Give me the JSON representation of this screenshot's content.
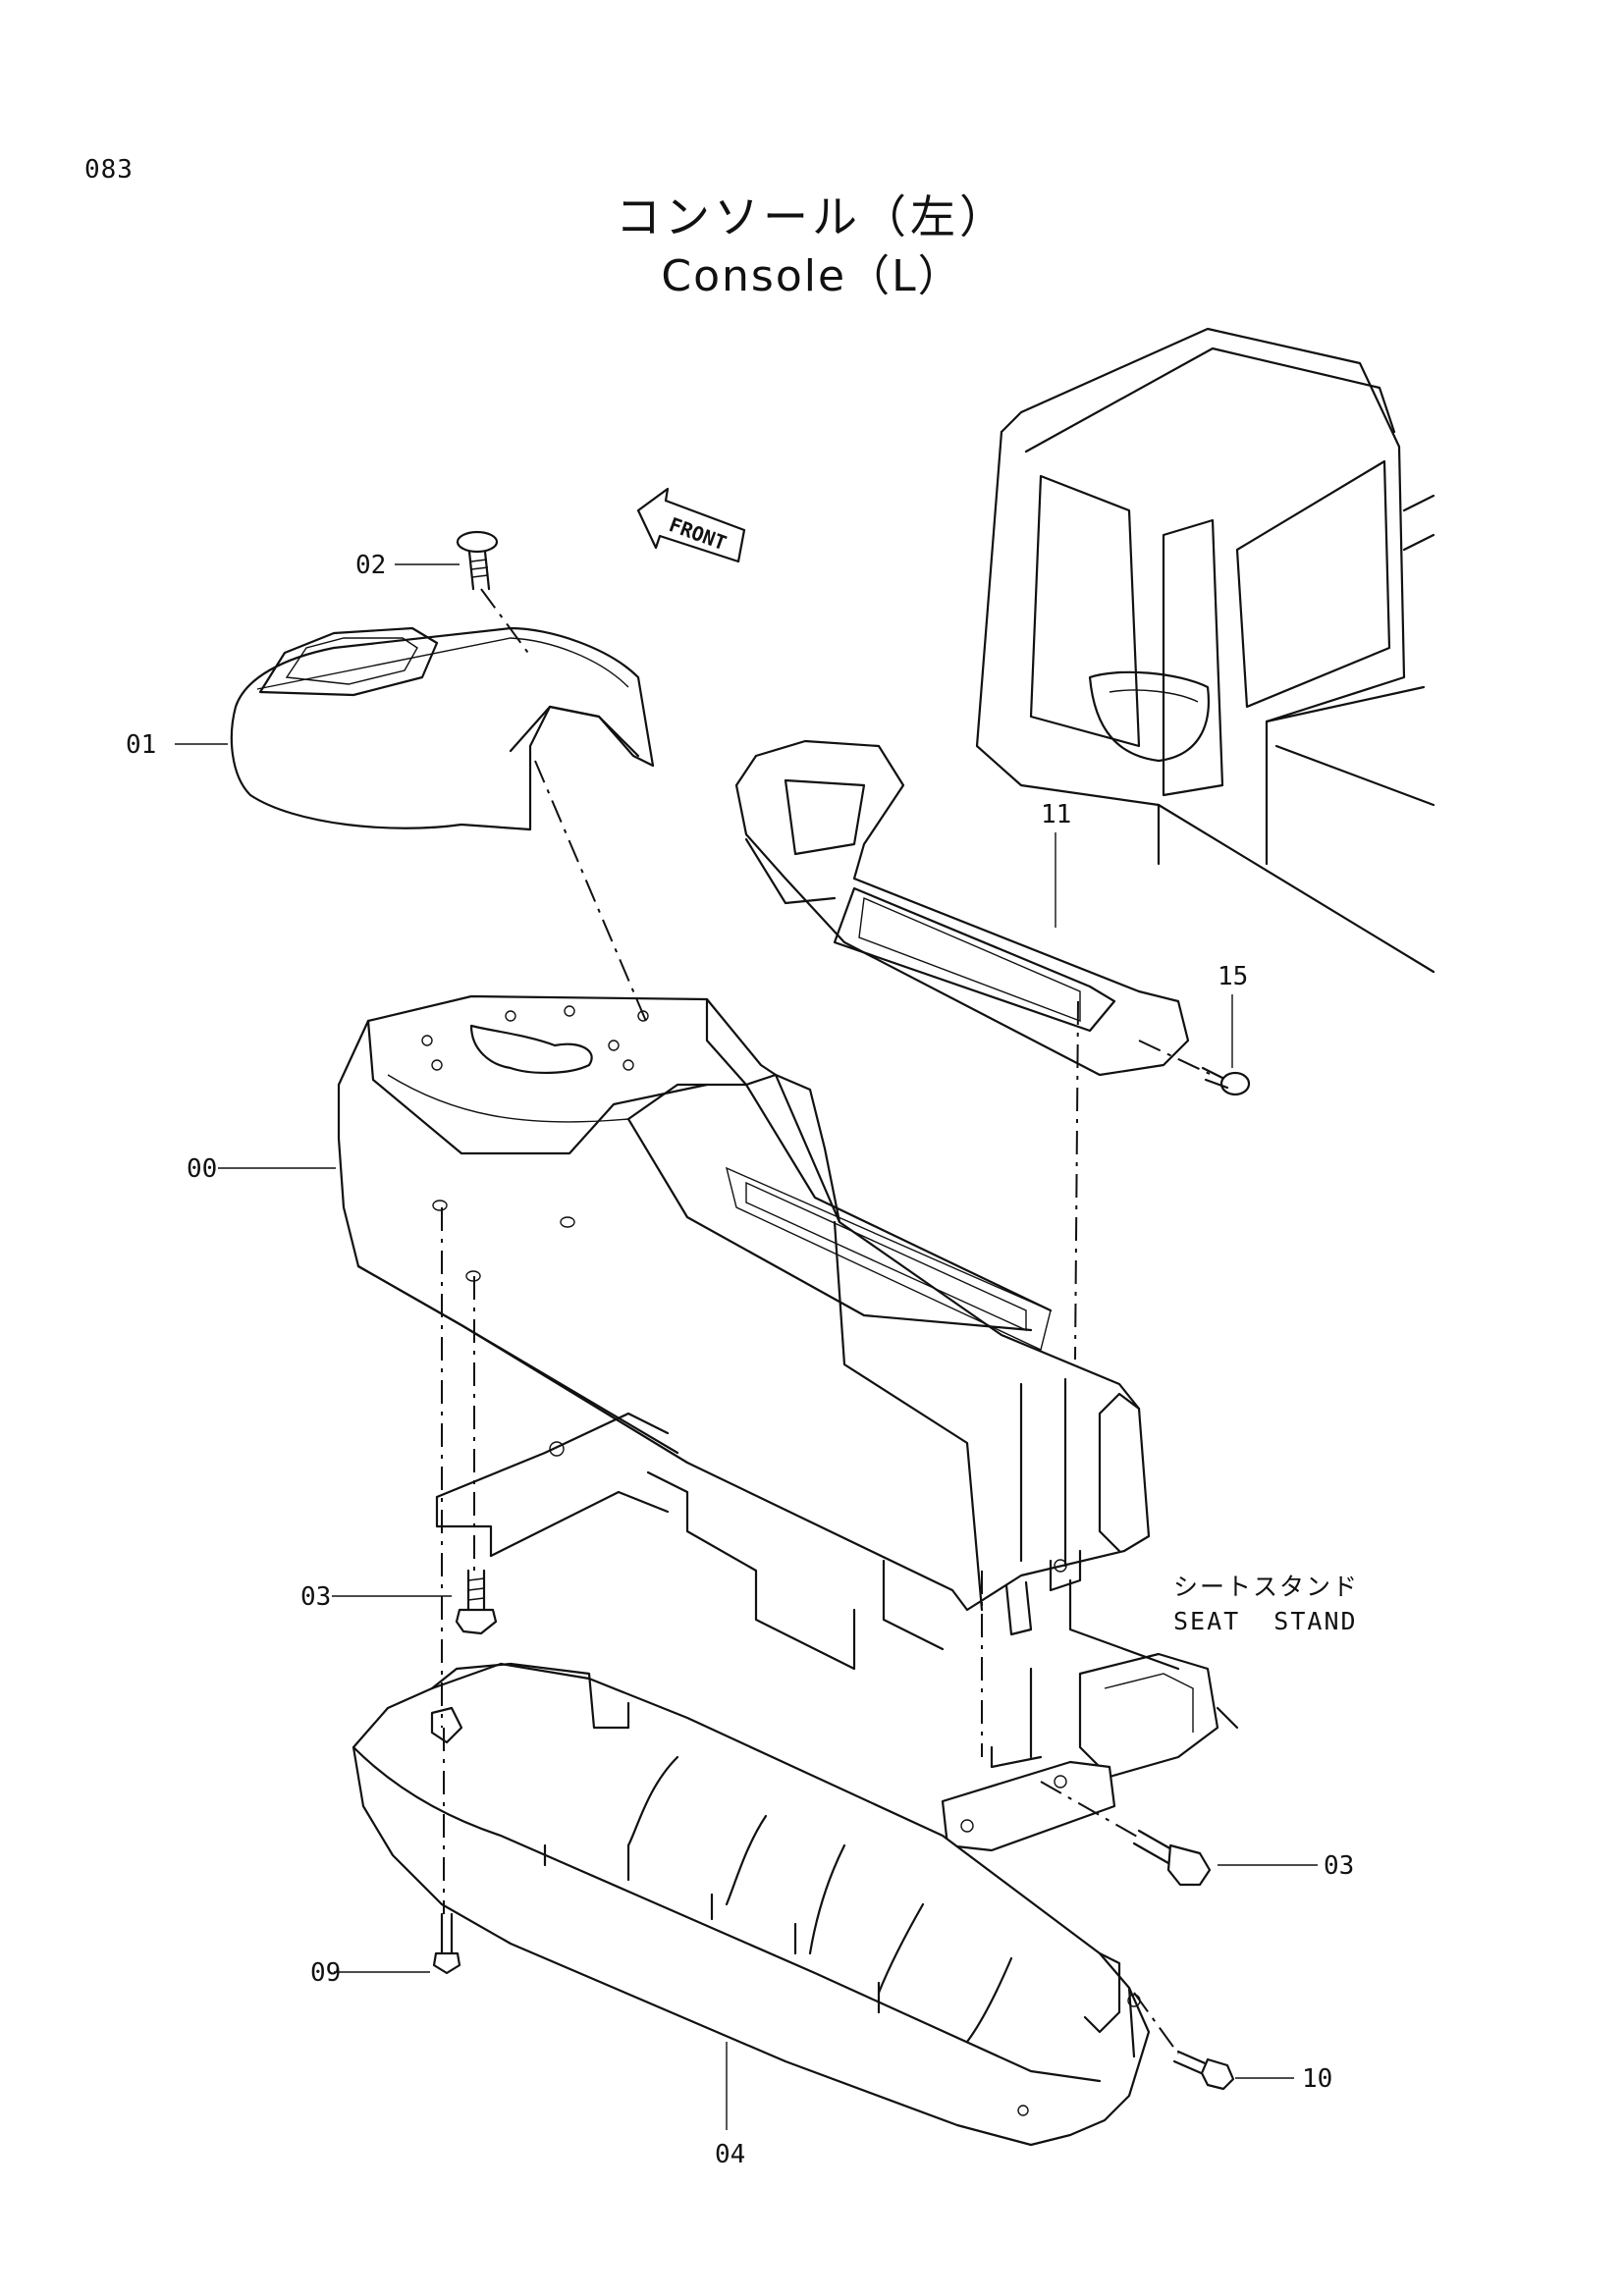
{
  "page": {
    "number": "083"
  },
  "title": {
    "japanese": "コンソール（左）",
    "english": "Console（L）"
  },
  "front_arrow": {
    "label": "FRONT"
  },
  "seat_stand": {
    "japanese": "シートスタンド",
    "english": "SEAT  STAND"
  },
  "callouts": {
    "c02": "02",
    "c01": "01",
    "c11": "11",
    "c15": "15",
    "c00": "00",
    "c03_left": "03",
    "c03_right": "03",
    "c09": "09",
    "c04": "04",
    "c10": "10"
  }
}
